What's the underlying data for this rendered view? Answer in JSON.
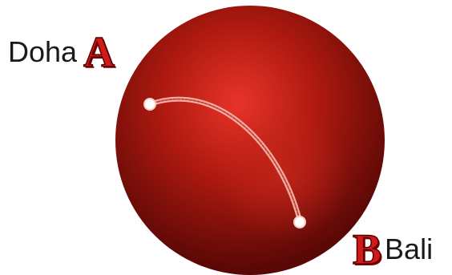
{
  "diagram": {
    "point_a": {
      "letter": "A",
      "city": "Doha"
    },
    "point_b": {
      "letter": "B",
      "city": "Bali"
    },
    "colors": {
      "globe_main": "#b01a10",
      "globe_highlight": "#e8342a",
      "globe_shadow": "#5a0806",
      "path": "#f3b0a6",
      "marker": "#ffffff",
      "letter": "#d11a1a"
    }
  }
}
